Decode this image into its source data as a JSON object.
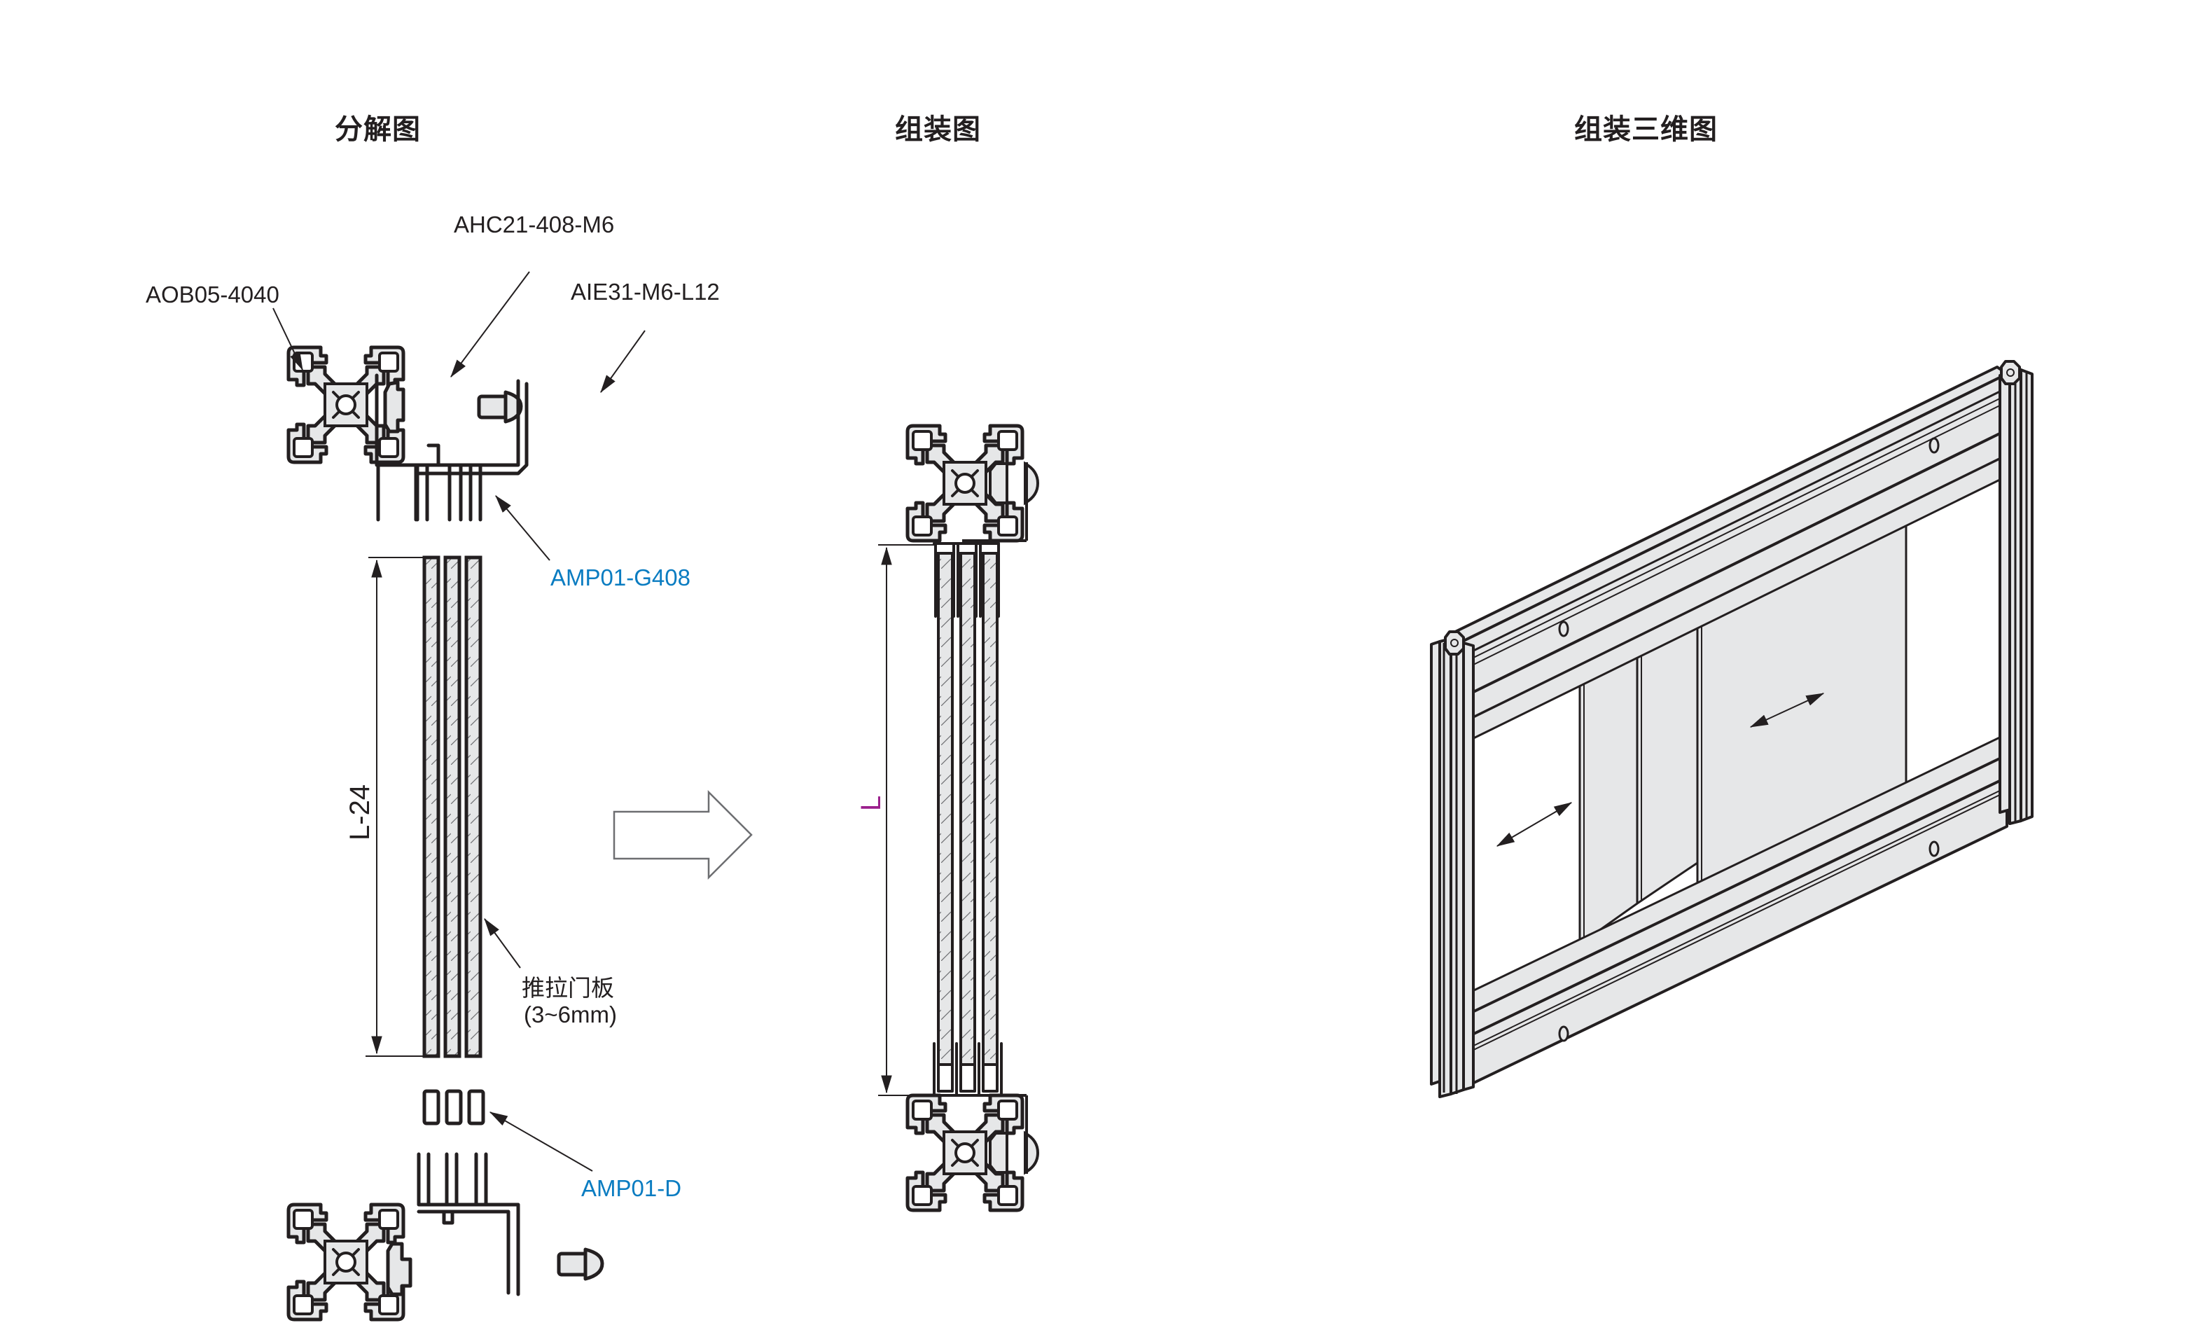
{
  "titles": {
    "exploded": "分解图",
    "assembly": "组装图",
    "assembly_3d": "组装三维图"
  },
  "callouts": {
    "profile": "AOB05-4040",
    "nut": "AHC21-408-M6",
    "bolt": "AIE31-M6-L12",
    "top_guide": "AMP01-G408",
    "panel_line1": "推拉门板",
    "panel_line2": "(3~6mm)",
    "bottom_guide": "AMP01-D"
  },
  "dimensions": {
    "panel_length": "L-24",
    "overall_length": "L"
  },
  "colors": {
    "line": "#231f20",
    "fill": "#e6e7e8",
    "accent_blue": "#0a7cc1",
    "accent_magenta": "#9b1f8c",
    "arrow_outline": "#6d6e71"
  }
}
